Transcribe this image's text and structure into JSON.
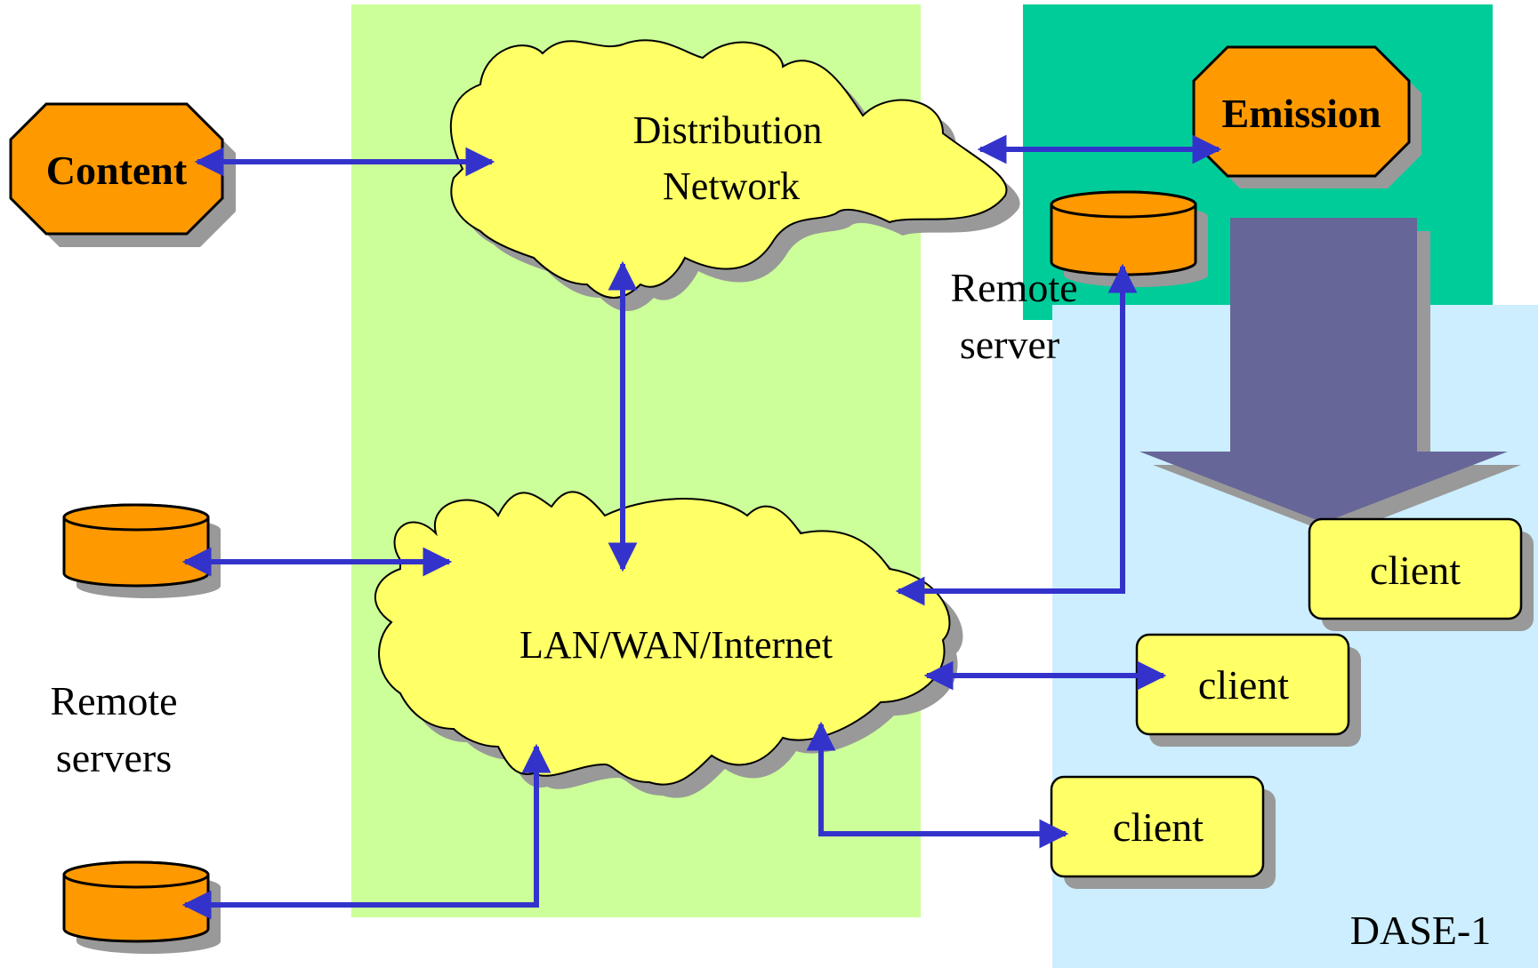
{
  "nodes": {
    "content": "Content",
    "emission": "Emission",
    "distribution_line1": "Distribution",
    "distribution_line2": "Network",
    "internet": "LAN/WAN/Internet",
    "remote_server_line1": "Remote",
    "remote_server_line2": "server",
    "remote_servers_line1": "Remote",
    "remote_servers_line2": "servers",
    "client_top": "client",
    "client_mid": "client",
    "client_bottom": "client",
    "dase": "DASE-1"
  },
  "colors": {
    "green_region": "#ccff99",
    "teal_region": "#00cc99",
    "blue_region": "#cceeff",
    "cloud_fill": "#ffff66",
    "orange_fill": "#ff9900",
    "arrow_blue": "#3333cc",
    "big_arrow": "#666699",
    "shadow": "#999999"
  }
}
